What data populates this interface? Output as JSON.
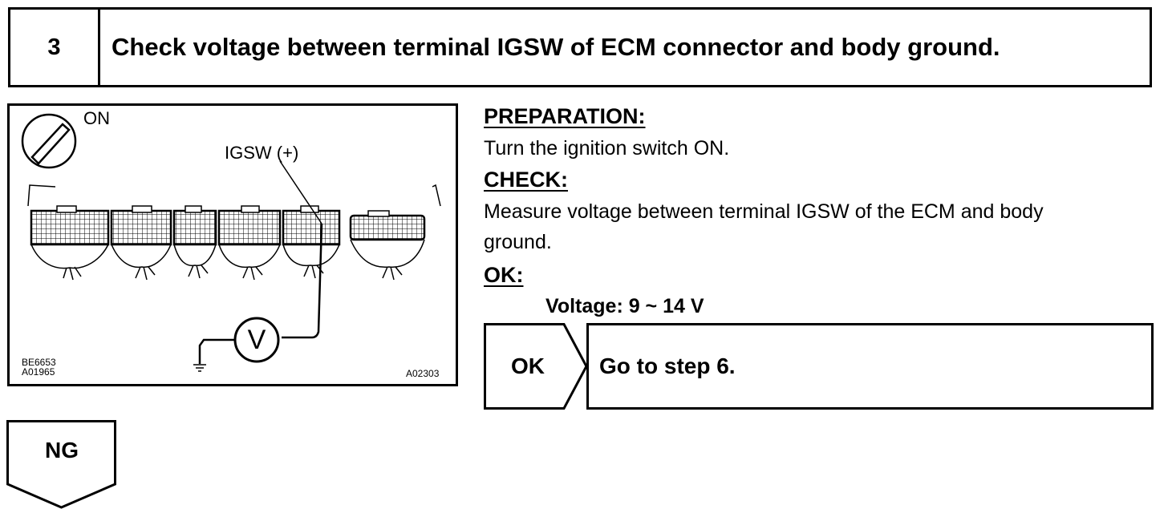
{
  "step": {
    "number": "3",
    "title": "Check voltage between terminal IGSW of ECM connector and body ground."
  },
  "diagram": {
    "switch_label": "ON",
    "terminal_label": "IGSW (+)",
    "meter_symbol": "V",
    "code_left_1": "BE6653",
    "code_left_2": "A01965",
    "code_right": "A02303",
    "icons": [
      "ignition-key-icon",
      "voltmeter-icon",
      "ground-symbol-icon",
      "ecm-connector"
    ]
  },
  "preparation": {
    "heading": "PREPARATION:",
    "text": "Turn the ignition switch ON."
  },
  "check": {
    "heading": "CHECK:",
    "line1": "Measure voltage between terminal IGSW of the ECM and body",
    "line2": "ground."
  },
  "ok": {
    "heading": "OK:",
    "spec": "Voltage: 9 ~ 14 V"
  },
  "results": {
    "ok_label": "OK",
    "ok_action": "Go to step 6.",
    "ng_label": "NG"
  }
}
